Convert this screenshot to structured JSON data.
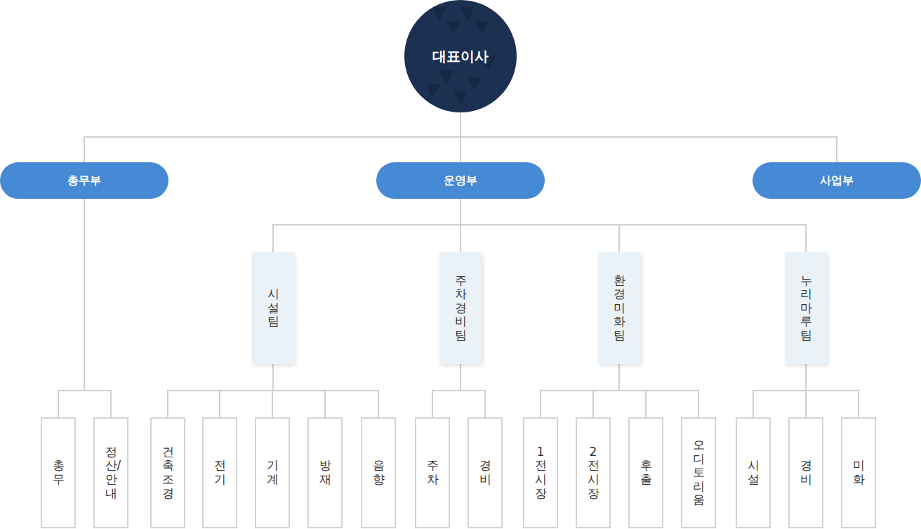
{
  "diagram": {
    "nodes": [
      {
        "text": [
          "대표이사"
        ]
      },
      {
        "text": [
          "총무부"
        ]
      },
      {
        "text": [
          "운영부"
        ]
      },
      {
        "text": [
          "사업부"
        ]
      },
      {
        "text": [
          "시설팀"
        ]
      },
      {
        "text": [
          "주차경비팀"
        ]
      },
      {
        "text": [
          "환경미화팀"
        ]
      },
      {
        "text": [
          "누리마루팀"
        ]
      },
      {
        "text": [
          "총무"
        ]
      },
      {
        "text": [
          "정산/안내"
        ]
      },
      {
        "text": [
          "건축조경"
        ]
      },
      {
        "text": [
          "전기"
        ]
      },
      {
        "text": [
          "기계"
        ]
      },
      {
        "text": [
          "방재"
        ]
      },
      {
        "text": [
          "음향"
        ]
      },
      {
        "text": [
          "주차"
        ]
      },
      {
        "text": [
          "경비"
        ]
      },
      {
        "text": [
          "1전시장"
        ]
      },
      {
        "text": [
          "2전시장"
        ]
      },
      {
        "text": [
          "후출"
        ]
      },
      {
        "text": [
          "오디토리움"
        ]
      },
      {
        "text": [
          "시설"
        ]
      },
      {
        "text": [
          "경비"
        ]
      },
      {
        "text": [
          "미화"
        ]
      }
    ],
    "edges": [
      {
        "from": 0,
        "to": 1,
        "arrow": "none"
      },
      {
        "from": 0,
        "to": 2,
        "arrow": "none"
      },
      {
        "from": 0,
        "to": 3,
        "arrow": "none"
      },
      {
        "from": 2,
        "to": 4,
        "arrow": "none"
      },
      {
        "from": 2,
        "to": 5,
        "arrow": "none"
      },
      {
        "from": 2,
        "to": 6,
        "arrow": "none"
      },
      {
        "from": 2,
        "to": 7,
        "arrow": "none"
      },
      {
        "from": 1,
        "to": 8,
        "arrow": "none"
      },
      {
        "from": 1,
        "to": 9,
        "arrow": "none"
      },
      {
        "from": 4,
        "to": 10,
        "arrow": "none"
      },
      {
        "from": 4,
        "to": 11,
        "arrow": "none"
      },
      {
        "from": 4,
        "to": 12,
        "arrow": "none"
      },
      {
        "from": 4,
        "to": 13,
        "arrow": "none"
      },
      {
        "from": 4,
        "to": 14,
        "arrow": "none"
      },
      {
        "from": 5,
        "to": 15,
        "arrow": "none"
      },
      {
        "from": 5,
        "to": 16,
        "arrow": "none"
      },
      {
        "from": 6,
        "to": 17,
        "arrow": "none"
      },
      {
        "from": 6,
        "to": 18,
        "arrow": "none"
      },
      {
        "from": 6,
        "to": 19,
        "arrow": "none"
      },
      {
        "from": 6,
        "to": 20,
        "arrow": "none"
      },
      {
        "from": 7,
        "to": 21,
        "arrow": "none"
      },
      {
        "from": 7,
        "to": 22,
        "arrow": "none"
      },
      {
        "from": 7,
        "to": 23,
        "arrow": "none"
      }
    ]
  }
}
